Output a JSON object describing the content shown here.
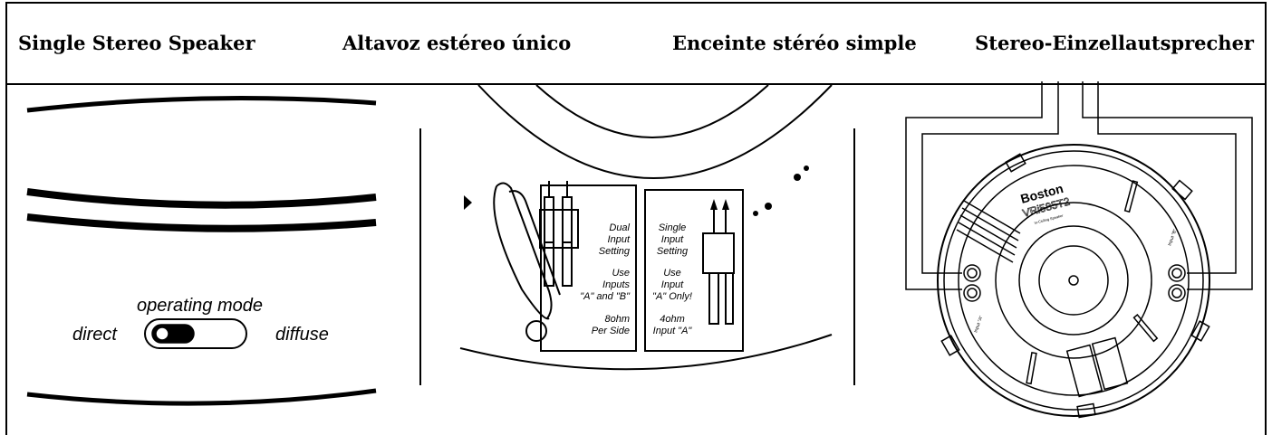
{
  "header": {
    "titles": [
      "Single Stereo Speaker",
      "Altavoz estéreo único",
      "Enceinte stéréo simple",
      "Stereo-Einzellautsprecher"
    ]
  },
  "panel1": {
    "operating_mode_label": "operating mode",
    "direct_label": "direct",
    "diffuse_label": "diffuse"
  },
  "panel2": {
    "dual_block": [
      "Dual",
      "Input",
      "Setting",
      "Use",
      "Inputs",
      "\"A\" and \"B\"",
      "8ohm",
      "Per Side"
    ],
    "single_block": [
      "Single",
      "Input",
      "Setting",
      "Use",
      "Input",
      "\"A\" Only!",
      "4ohm",
      "Input \"A\""
    ]
  },
  "panel3": {
    "brand": "Boston",
    "model": "VRi585T2",
    "subtitle": "In-Ceiling Speaker",
    "input_a_label": "Input \"A\"",
    "input_b_label": "Input \"B\""
  },
  "colors": {
    "line": "#000000",
    "background": "#ffffff"
  }
}
